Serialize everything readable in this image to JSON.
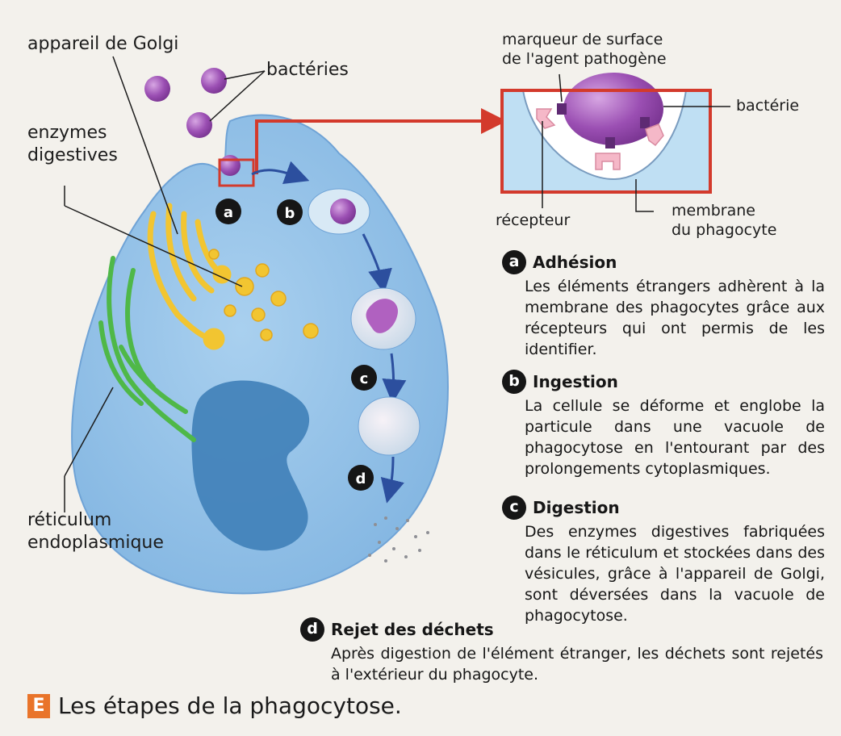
{
  "labels": {
    "golgi": "appareil de Golgi",
    "bacteries": "bactéries",
    "enzymes_line1": "enzymes",
    "enzymes_line2": "digestives",
    "reticulum_line1": "réticulum",
    "reticulum_line2": "endoplasmique",
    "marqueur_line1": "marqueur de surface",
    "marqueur_line2": "de l'agent pathogène",
    "bacterie": "bactérie",
    "recepteur": "récepteur",
    "membrane_line1": "membrane",
    "membrane_line2": "du phagocyte"
  },
  "markers": {
    "a": "a",
    "b": "b",
    "c": "c",
    "d": "d"
  },
  "steps": [
    {
      "letter": "a",
      "title": "Adhésion",
      "text": "Les éléments étrangers adhèrent à la membrane des phagocytes grâce aux récepteurs qui ont permis de les identifier."
    },
    {
      "letter": "b",
      "title": "Ingestion",
      "text": "La cellule se déforme et englobe la particule dans une vacuole de phagocytose en l'entourant par des prolongements cytoplasmiques."
    },
    {
      "letter": "c",
      "title": "Digestion",
      "text": "Des enzymes digestives fabriquées dans le réticulum et stockées dans des vésicules, grâce à l'appareil de Golgi, sont déversées dans la vacuole de phagocytose."
    },
    {
      "letter": "d",
      "title": "Rejet des déchets",
      "text": "Après digestion de l'élément étranger, les déchets sont rejetés à l'extérieur du phagocyte."
    }
  ],
  "caption": {
    "letter": "E",
    "text": "Les étapes de la phagocytose."
  },
  "colors": {
    "cell": "#8fbfe6",
    "nucleus": "#3f7fb8",
    "bacteria": "#9b4fb3",
    "golgi": "#f2c531",
    "reticulum": "#4fb848",
    "highlight": "#d33a2c"
  }
}
